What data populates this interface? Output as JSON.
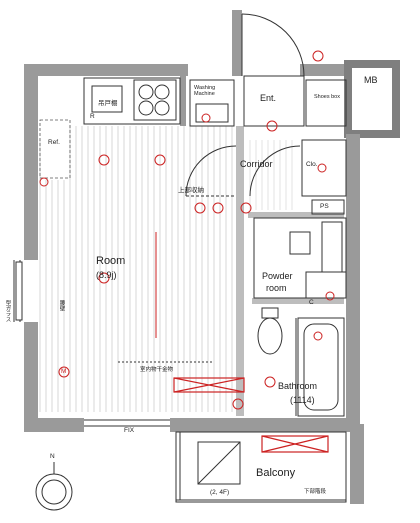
{
  "rooms": {
    "mb": "MB",
    "entrance": "Ent.",
    "shoes_box": "Shoes box",
    "washing_machine": "Washing Machine",
    "closet_top": "吊戸棚",
    "refrigerator": "Ref.",
    "corridor": "Corridor",
    "closet": "Clo.",
    "upper_storage": "上部収納",
    "pipe_space": "PS",
    "room_name": "Room",
    "room_size": "(8.9j)",
    "powder_room_line1": "Powder",
    "powder_room_line2": "room",
    "bathroom_name": "Bathroom",
    "bathroom_size": "(1114)",
    "indoor_drying": "室内物干金物",
    "fix_window": "FIX",
    "balcony": "Balcony",
    "balcony_note": "(2, 4F)",
    "lower_hatch": "下部階段",
    "frosted_glass": "型ガラス",
    "handrail": "腰壁",
    "mark_m": "M",
    "mark_r": "R",
    "mark_c": "C",
    "compass_n": "N"
  },
  "colors": {
    "wall": "#9a9a9a",
    "wall_dark": "#7f7f7f",
    "line": "#333333",
    "accent_red": "#cc2222",
    "floor_line": "#bdbdbd"
  }
}
